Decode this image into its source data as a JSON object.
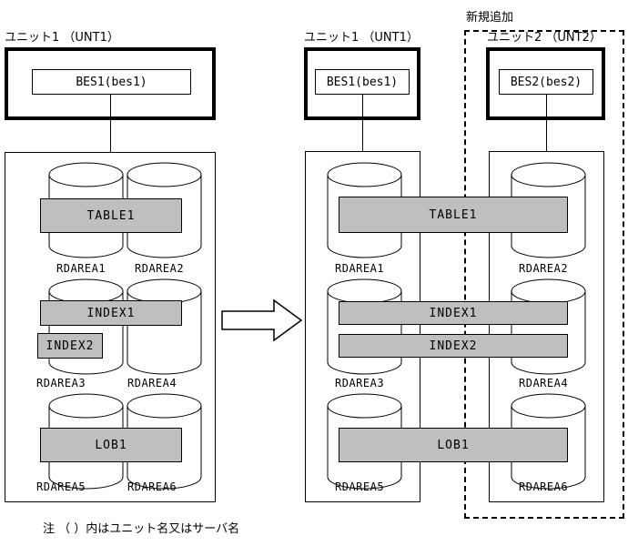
{
  "figure": {
    "note": "注 （ ）内はユニット名又はサーバ名",
    "new_region_label": "新規追加",
    "arrow": "right-arrow"
  },
  "before": {
    "unit": {
      "label": "ユニット1 （UNT1）",
      "server": "BES1(bes1)"
    },
    "rdareas": [
      {
        "name": "RDAREA1"
      },
      {
        "name": "RDAREA2"
      },
      {
        "name": "RDAREA3"
      },
      {
        "name": "RDAREA4"
      },
      {
        "name": "RDAREA5"
      },
      {
        "name": "RDAREA6"
      }
    ],
    "objects": [
      {
        "name": "TABLE1",
        "spans": "RDAREA1-RDAREA2"
      },
      {
        "name": "INDEX1",
        "spans": "RDAREA3-RDAREA4"
      },
      {
        "name": "INDEX2",
        "spans": "RDAREA3"
      },
      {
        "name": "LOB1",
        "spans": "RDAREA5-RDAREA6"
      }
    ]
  },
  "after": {
    "unit1": {
      "label": "ユニット1 （UNT1）",
      "server": "BES1(bes1)"
    },
    "unit2": {
      "label": "ユニット2 （UNT2）",
      "server": "BES2(bes2)"
    },
    "rdareas_unit1": [
      {
        "name": "RDAREA1"
      },
      {
        "name": "RDAREA3"
      },
      {
        "name": "RDAREA5"
      }
    ],
    "rdareas_unit2": [
      {
        "name": "RDAREA2"
      },
      {
        "name": "RDAREA4"
      },
      {
        "name": "RDAREA6"
      }
    ],
    "objects": [
      {
        "name": "TABLE1",
        "spans": "RDAREA1-RDAREA2"
      },
      {
        "name": "INDEX1",
        "spans": "RDAREA3-RDAREA4"
      },
      {
        "name": "INDEX2",
        "spans": "RDAREA3-RDAREA4"
      },
      {
        "name": "LOB1",
        "spans": "RDAREA5-RDAREA6"
      }
    ]
  },
  "colors": {
    "object_fill": "#bfbfbf",
    "line": "#000000",
    "background": "#ffffff"
  }
}
